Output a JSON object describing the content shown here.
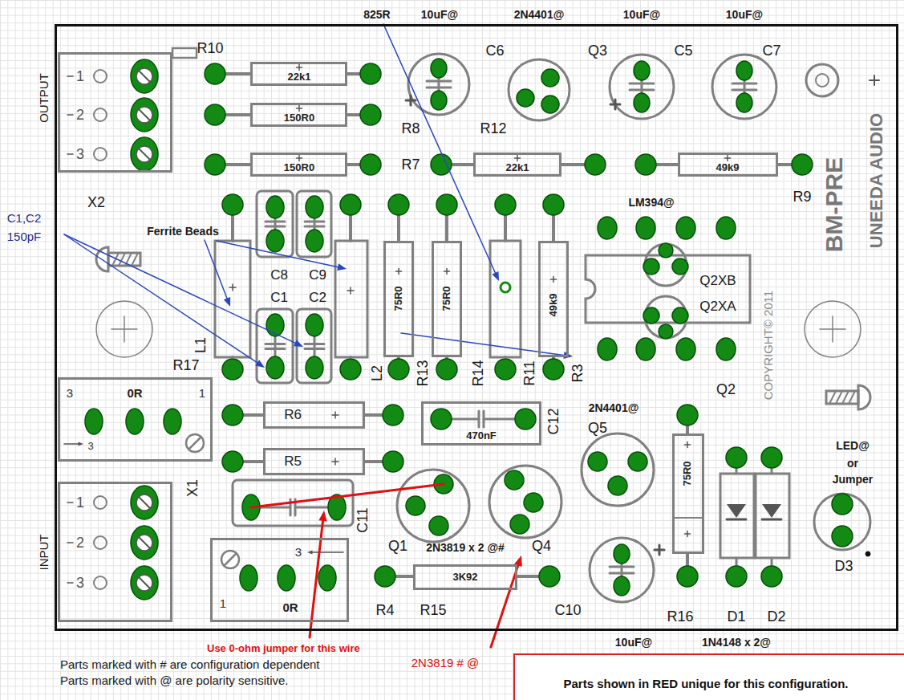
{
  "diagram": {
    "nodes": [
      {
        "text": [
          "BM-PRE",
          "UNEEDA AUDIO",
          "COPYRIGHT© 2011"
        ]
      },
      {
        "text": [
          "1",
          "2",
          "3"
        ],
        "in": 0
      },
      {
        "text": [
          "22k1"
        ],
        "in": 0
      },
      {
        "text": [
          "150R0"
        ],
        "in": 0
      },
      {
        "text": [
          "150R0"
        ],
        "in": 0
      },
      {
        "text": [
          "22k1"
        ],
        "in": 0
      },
      {
        "text": [
          "49k9"
        ],
        "in": 0
      },
      {
        "text": [
          "75R0"
        ],
        "in": 0
      },
      {
        "text": [
          "75R0"
        ],
        "in": 0
      },
      {
        "text": [
          "49k9"
        ],
        "in": 0
      },
      {
        "text": [
          "3",
          "0R",
          "1",
          "3"
        ],
        "in": 0
      },
      {
        "text": [
          "R6"
        ],
        "in": 0
      },
      {
        "text": [
          "470nF"
        ],
        "in": 0
      },
      {
        "text": [
          "75R0"
        ],
        "in": 0
      },
      {
        "text": [
          "R5"
        ],
        "in": 0
      },
      {
        "text": [
          "1",
          "2",
          "3"
        ],
        "in": 0
      },
      {
        "text": [
          "3",
          "1",
          "0R"
        ],
        "in": 0
      },
      {
        "text": [
          "3K92"
        ],
        "in": 0
      },
      {
        "text": [
          "Parts shown in RED unique for this configuration."
        ]
      }
    ],
    "labels": [
      "825R",
      "10uF@",
      "2N4401@",
      "10uF@",
      "10uF@",
      "R10",
      "C6",
      "Q3",
      "C5",
      "C7",
      "OUTPUT",
      "R8",
      "R12",
      "R7",
      "X2",
      "R9",
      "C1,C2",
      "150pF",
      "LM394@",
      "Ferrite Beads",
      "C8",
      "C9",
      "Q2XB",
      "C1",
      "C2",
      "Q2XA",
      "L1",
      "L2",
      "R13",
      "R14",
      "R11",
      "R3",
      "R17",
      "Q2",
      "2N4401@",
      "C12",
      "Q5",
      "LED@",
      "or",
      "Jumper",
      "X1",
      "C11",
      "INPUT",
      "Q1",
      "2N3819 x 2 @#",
      "Q4",
      "D3",
      "R4",
      "R15",
      "C10",
      "R16",
      "D1",
      "D2",
      "10uF@",
      "1N4148 x 2@",
      "Use 0-ohm jumper for this wire",
      "Parts marked with # are configuration dependent",
      "Parts marked with @ are polarity sensitive.",
      "2N3819 # @"
    ]
  }
}
